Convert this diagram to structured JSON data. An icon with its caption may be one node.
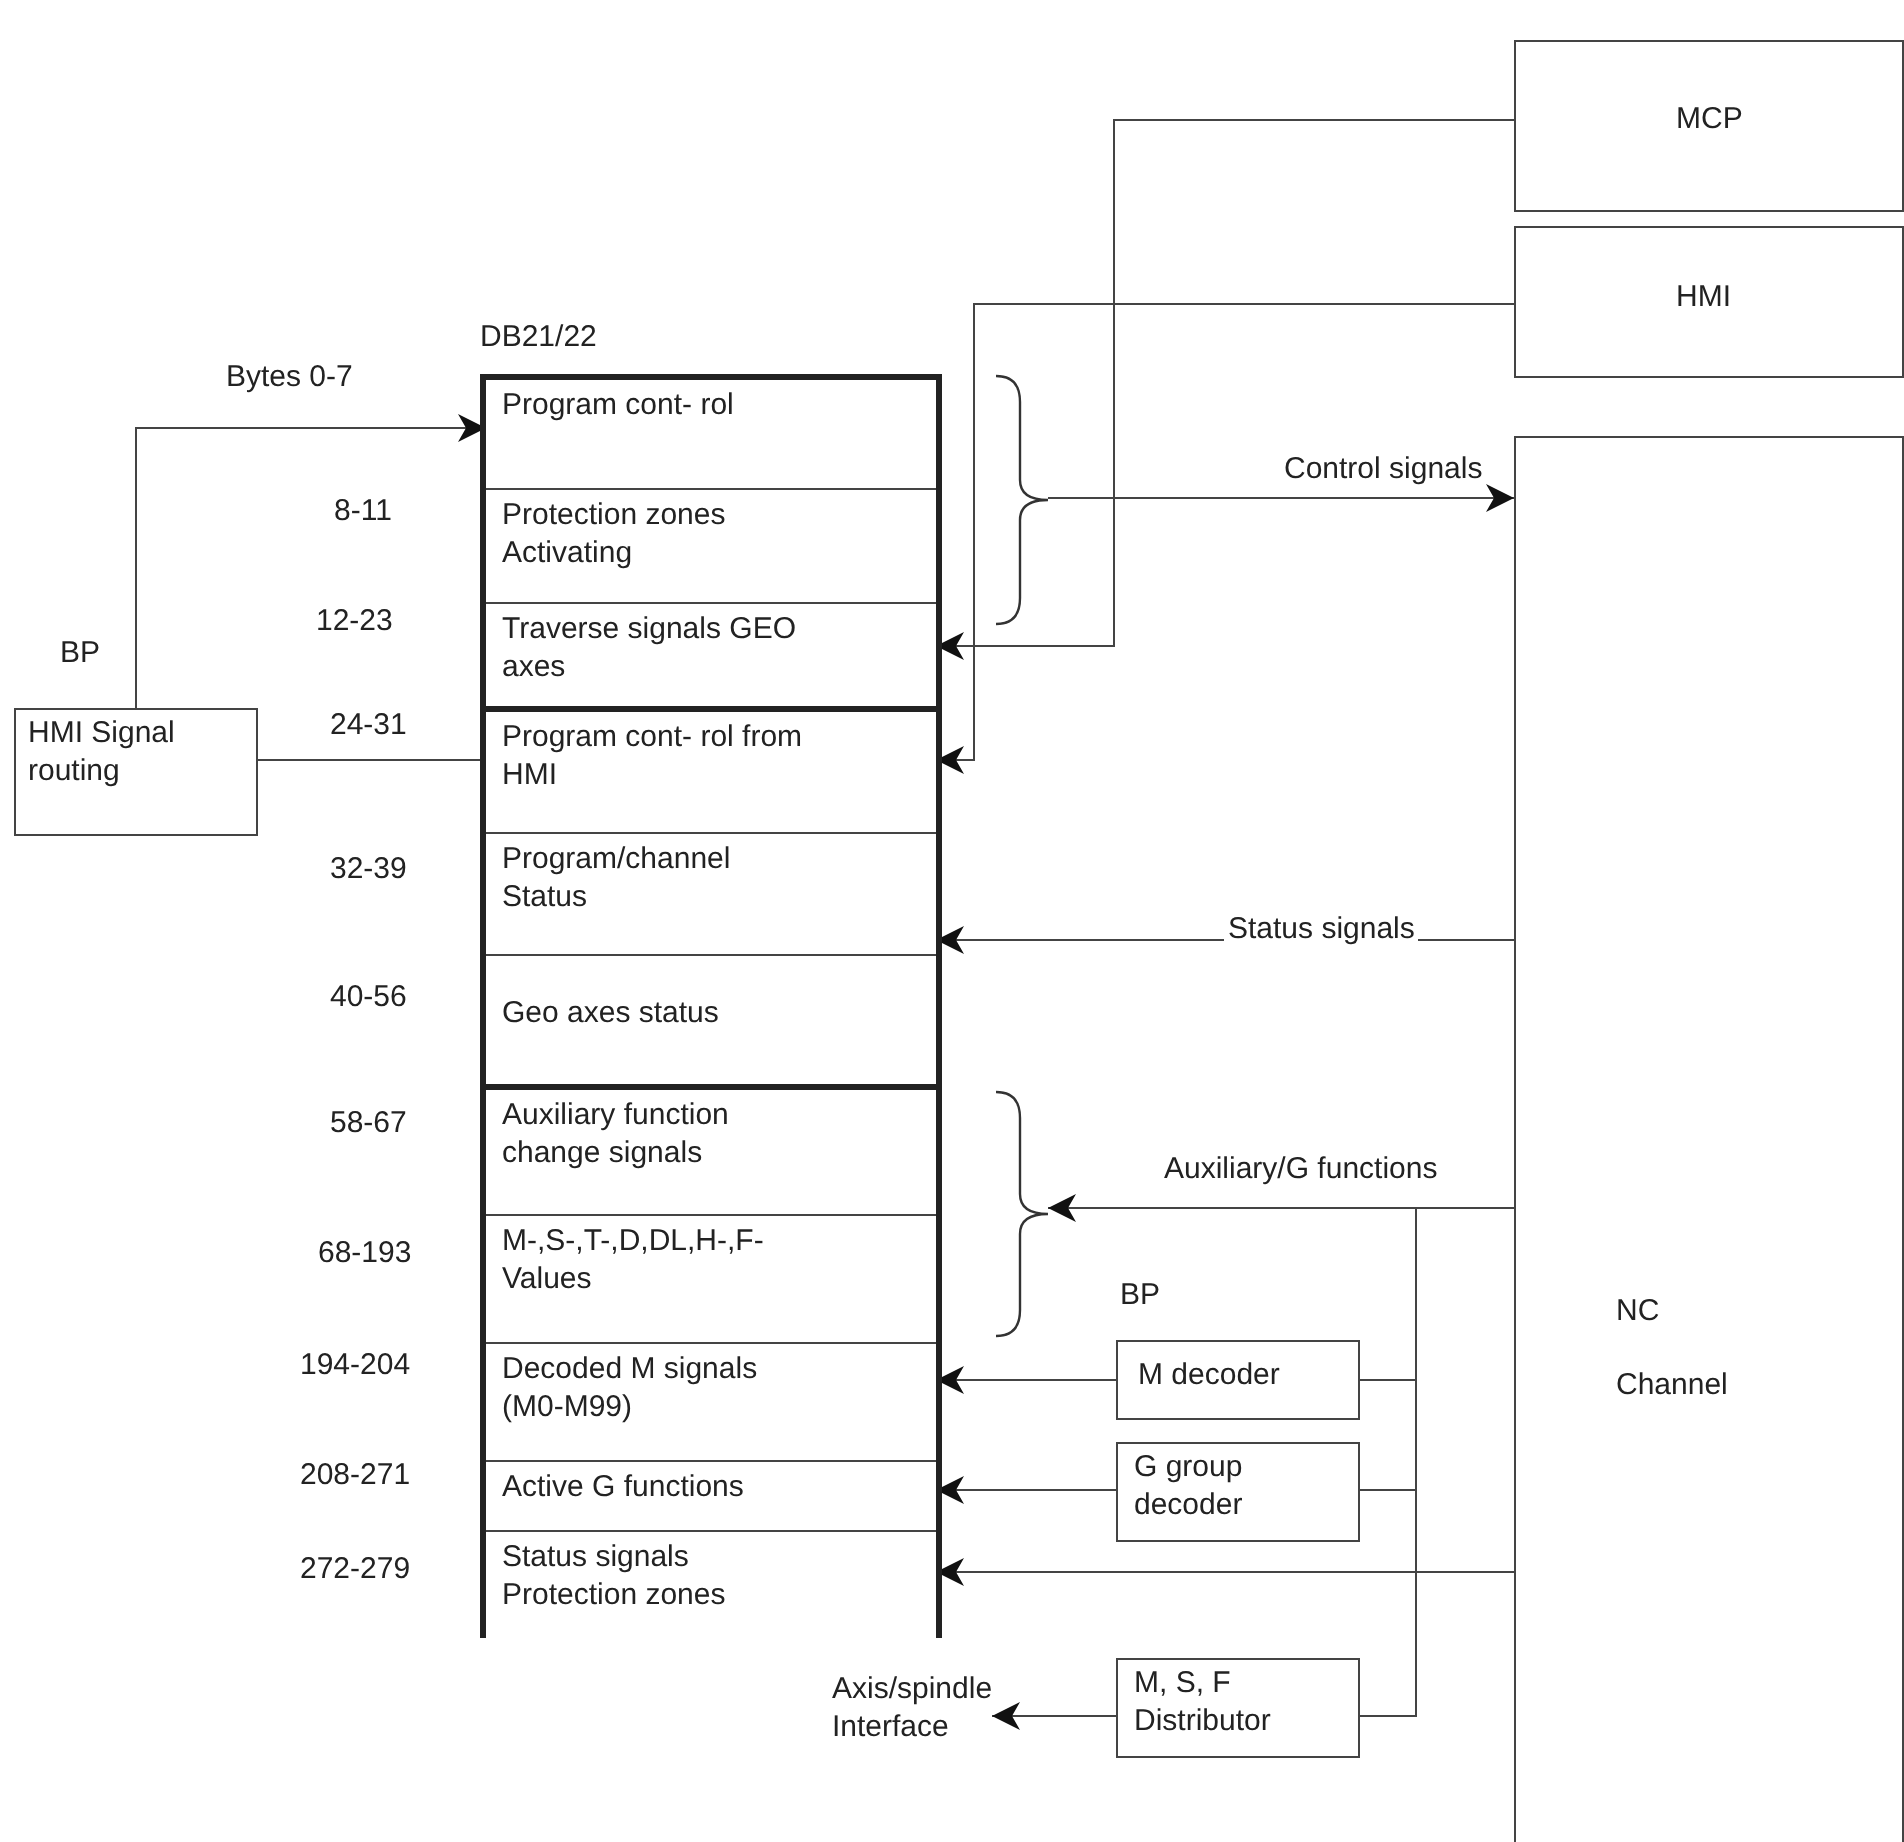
{
  "diagram": {
    "nodes": [
      {
        "text": [
          "MCP"
        ]
      },
      {
        "text": [
          "HMI"
        ]
      },
      {
        "text": [
          "NC",
          "Channel"
        ]
      },
      {
        "text": [
          "DB21/22"
        ]
      },
      {
        "text": [
          "Program cont- rol"
        ],
        "in": 3
      },
      {
        "text": [
          "Protection zones Activating"
        ],
        "in": 3,
        "beside": [
          "8-11"
        ]
      },
      {
        "text": [
          "Traverse signals GEO axes"
        ],
        "in": 3,
        "beside": [
          "12-23"
        ]
      },
      {
        "text": [
          "Program cont- rol from HMI"
        ],
        "in": 3,
        "beside": [
          "24-31"
        ]
      },
      {
        "text": [
          "Program/channel Status"
        ],
        "in": 3,
        "beside": [
          "32-39"
        ]
      },
      {
        "text": [
          "Geo axes status"
        ],
        "in": 3,
        "beside": [
          "40-56"
        ]
      },
      {
        "text": [
          "Auxiliary function change signals"
        ],
        "in": 3,
        "beside": [
          "58-67"
        ]
      },
      {
        "text": [
          "M-,S-,T-,D,DL,H-,F- Values"
        ],
        "in": 3,
        "beside": [
          "68-193"
        ]
      },
      {
        "text": [
          "Decoded M signals (M0-M99)"
        ],
        "in": 3,
        "beside": [
          "194-204"
        ]
      },
      {
        "text": [
          "Active G functions"
        ],
        "in": 3,
        "beside": [
          "208-271"
        ]
      },
      {
        "text": [
          "Status signals Protection zones"
        ],
        "in": 3,
        "beside": [
          "272-279"
        ]
      },
      {
        "text": [
          "HMI Signal routing"
        ],
        "beside": [
          "BP"
        ]
      },
      {
        "text": [
          "M decoder"
        ],
        "beside": [
          "BP"
        ]
      },
      {
        "text": [
          "G group decoder"
        ]
      },
      {
        "text": [
          "M, S, F Distributor"
        ]
      },
      {
        "text": [
          "Axis/spindle Interface"
        ]
      },
      {
        "text": [],
        "shape": "brace"
      },
      {
        "text": [],
        "shape": "brace"
      }
    ],
    "edges": [
      {
        "from": 0,
        "to": 6,
        "arrow": "to"
      },
      {
        "from": 1,
        "to": 7,
        "arrow": "to"
      },
      {
        "from": 20,
        "to": 2,
        "arrow": "to",
        "label": "Control signals"
      },
      {
        "from": 2,
        "to": 8,
        "arrow": "to",
        "label": "Status signals"
      },
      {
        "from": 2,
        "to": 21,
        "arrow": "to",
        "label": "Auxiliary/G functions"
      },
      {
        "from": 2,
        "to": 16,
        "arrow": "none"
      },
      {
        "from": 2,
        "to": 17,
        "arrow": "none"
      },
      {
        "from": 2,
        "to": 18,
        "arrow": "none"
      },
      {
        "from": 16,
        "to": 12,
        "arrow": "to"
      },
      {
        "from": 17,
        "to": 13,
        "arrow": "to"
      },
      {
        "from": 2,
        "to": 14,
        "arrow": "to"
      },
      {
        "from": 18,
        "to": 19,
        "arrow": "to"
      },
      {
        "from": 15,
        "to": 4,
        "arrow": "to"
      },
      {
        "from": 7,
        "to": 15,
        "arrow": "none"
      }
    ],
    "labels": [
      "Bytes 0-7"
    ]
  }
}
